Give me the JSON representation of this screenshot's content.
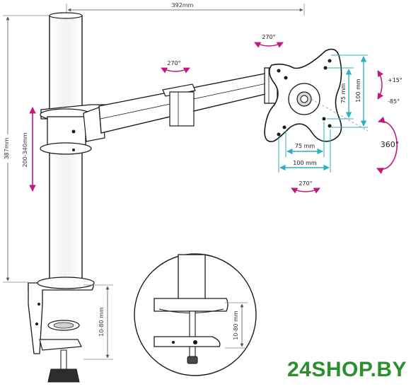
{
  "dimensions": {
    "overall_width": "392mm",
    "overall_height": "387mm",
    "height_adjust": "200-340mm",
    "clamp_range": "10-80 mm",
    "vesa_small_h": "75 mm",
    "vesa_large_h": "100 mm",
    "vesa_small_v": "75 mm",
    "vesa_large_v": "100 mm"
  },
  "rotations": {
    "arm_top": "270°",
    "arm_mid": "270°",
    "arm_bottom": "270°",
    "screen_rotation": "360°",
    "tilt_up": "+15°",
    "tilt_down": "-85°"
  },
  "watermark": "24SHOP.BY",
  "colors": {
    "accent_teal": "#2bb1c4",
    "accent_magenta": "#c2177f",
    "line": "#1a1a1a",
    "brand_green": "#2a8f2e"
  }
}
